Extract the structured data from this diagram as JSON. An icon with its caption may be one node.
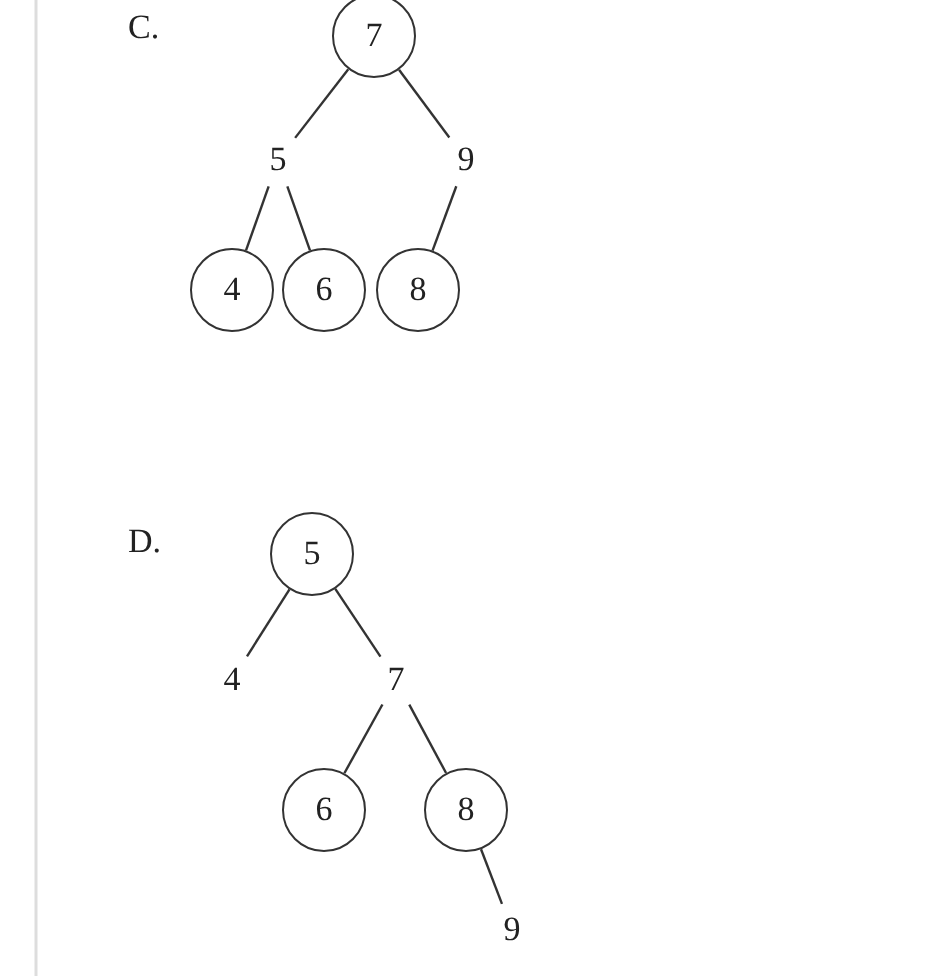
{
  "diagram": {
    "nodes": [
      {
        "text": [
          "7"
        ]
      },
      {
        "text": [
          "5"
        ]
      },
      {
        "text": [
          "9"
        ]
      },
      {
        "text": [
          "4"
        ]
      },
      {
        "text": [
          "6"
        ]
      },
      {
        "text": [
          "8"
        ]
      },
      {
        "text": [
          "5"
        ]
      },
      {
        "text": [
          "4"
        ]
      },
      {
        "text": [
          "7"
        ]
      },
      {
        "text": [
          "6"
        ]
      },
      {
        "text": [
          "8"
        ]
      },
      {
        "text": [
          "9"
        ]
      }
    ],
    "edges": [
      {
        "from": 0,
        "to": 1,
        "arrow": "none"
      },
      {
        "from": 0,
        "to": 2,
        "arrow": "none"
      },
      {
        "from": 1,
        "to": 3,
        "arrow": "none"
      },
      {
        "from": 1,
        "to": 4,
        "arrow": "none"
      },
      {
        "from": 2,
        "to": 5,
        "arrow": "none"
      },
      {
        "from": 6,
        "to": 7,
        "arrow": "none"
      },
      {
        "from": 6,
        "to": 8,
        "arrow": "none"
      },
      {
        "from": 8,
        "to": 9,
        "arrow": "none"
      },
      {
        "from": 8,
        "to": 10,
        "arrow": "none"
      },
      {
        "from": 10,
        "to": 11,
        "arrow": "none"
      }
    ],
    "labels": [
      "C.",
      "D."
    ]
  }
}
